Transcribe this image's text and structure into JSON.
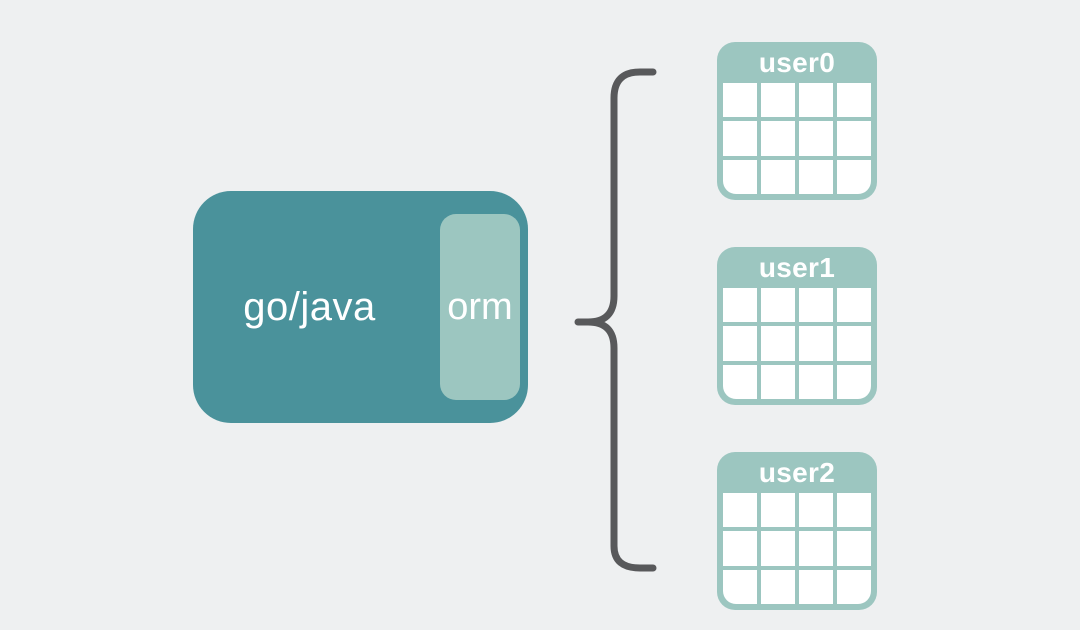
{
  "diagram": {
    "source_block": {
      "label": "go/java",
      "orm_label": "orm"
    },
    "brace_icon": "curly-brace",
    "tables": [
      {
        "title": "user0",
        "columns": 4,
        "rows": 3
      },
      {
        "title": "user1",
        "columns": 4,
        "rows": 3
      },
      {
        "title": "user2",
        "columns": 4,
        "rows": 3
      }
    ]
  },
  "colors": {
    "background": "#eef0f1",
    "block_teal": "#4a929b",
    "light_teal": "#9cc6c0",
    "brace_gray": "#58595b",
    "cell_white": "#ffffff",
    "text_white": "#ffffff"
  }
}
